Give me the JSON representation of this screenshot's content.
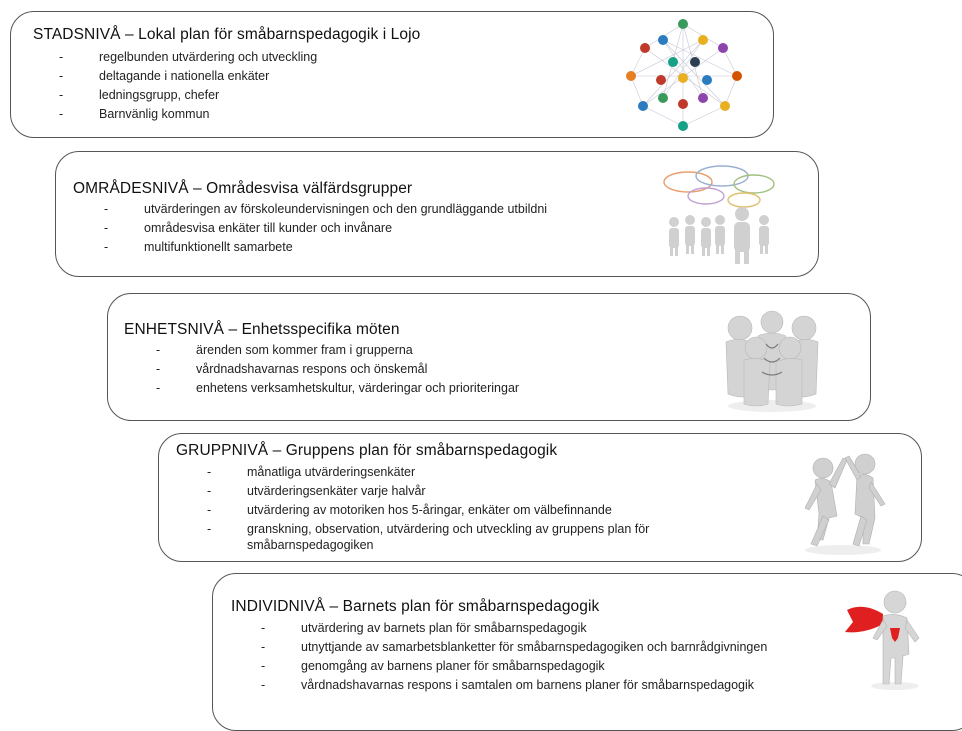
{
  "levels": [
    {
      "title": "STADSNIVÅ – Lokal plan för småbarnspedagogik i Lojo",
      "items": [
        "regelbunden utvärdering och utveckling",
        "deltagande i nationella enkäter",
        "ledningsgrupp, chefer",
        "Barnvänlig kommun"
      ],
      "icon": "network-people-icon"
    },
    {
      "title": "OMRÅDESNIVÅ – Områdesvisa välfärdsgrupper",
      "items": [
        "utvärderingen av förskoleundervisningen och den grundläggande utbildni",
        "områdesvisa enkäter till kunder och invånare",
        "multifunktionellt samarbete"
      ],
      "icon": "group-speech-bubbles-icon"
    },
    {
      "title": "ENHETSNIVÅ – Enhetsspecifika möten",
      "items": [
        "ärenden som kommer fram i grupperna",
        "vårdnadshavarnas respons och önskemål",
        "enhetens verksamhetskultur, värderingar och prioriteringar"
      ],
      "icon": "team-huddle-icon"
    },
    {
      "title": "GRUPPNIVÅ – Gruppens plan för småbarnspedagogik",
      "items": [
        "månatliga utvärderingsenkäter",
        "utvärderingsenkäter varje halvår",
        "utvärdering av motoriken hos 5-åringar, enkäter om välbefinnande",
        "granskning, observation, utvärdering och utveckling av gruppens plan för småbarnspedagogiken"
      ],
      "icon": "high-five-figures-icon"
    },
    {
      "title": "INDIVIDNIVÅ – Barnets plan för småbarnspedagogik",
      "items": [
        "utvärdering av barnets plan för småbarnspedagogik",
        "utnyttjande av samarbetsblanketter för småbarnspedagogiken och barnrådgivningen",
        "genomgång av barnens planer för småbarnspedagogik",
        "vårdnadshavarnas respons i samtalen om barnens planer för småbarnspedagogik"
      ],
      "icon": "hero-with-cape-icon"
    }
  ],
  "dash": "-",
  "colors": {
    "border": "#555555",
    "cape": "#e02020"
  }
}
